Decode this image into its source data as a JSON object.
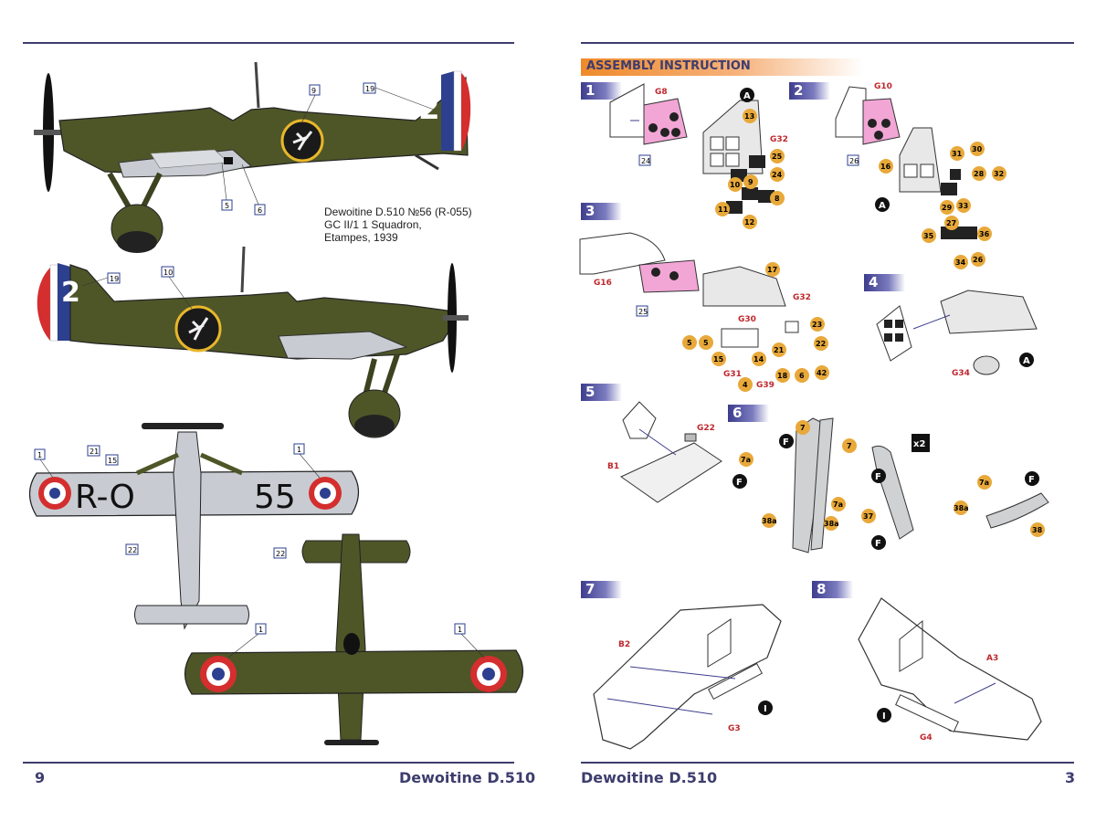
{
  "left_page": {
    "page_number": "9",
    "footer_title": "Dewoitine D.510",
    "caption": [
      "Dewoitine D.510 №56 (R-055)",
      "GC II/1 1 Squadron,",
      "Etampes, 1939"
    ],
    "decal_callouts": {
      "side1": [
        "9",
        "19",
        "5",
        "6"
      ],
      "side2": [
        "19",
        "10"
      ],
      "lower": [
        "1",
        "21",
        "15",
        "1",
        "22",
        "22"
      ],
      "upper": [
        "1",
        "1"
      ]
    },
    "markings": {
      "fin_number": "2",
      "wing_code": [
        "R-O",
        "55"
      ]
    }
  },
  "right_page": {
    "page_number": "3",
    "footer_title": "Dewoitine D.510",
    "section_title": "ASSEMBLY INSTRUCTION",
    "steps": [
      "1",
      "2",
      "3",
      "4",
      "5",
      "6",
      "7",
      "8"
    ],
    "step1": {
      "part_label": "G8",
      "decal": "24",
      "ref": "A",
      "parts": [
        "13",
        "G32",
        "25",
        "24",
        "10",
        "9",
        "8",
        "11",
        "12"
      ]
    },
    "step2": {
      "part_label": "G10",
      "decal": "26",
      "ref": "A",
      "parts": [
        "16",
        "31",
        "30",
        "28",
        "32",
        "29",
        "33",
        "27",
        "35",
        "36",
        "34",
        "26"
      ]
    },
    "step3": {
      "part_label": "G16",
      "decal": "25",
      "parts": [
        "17",
        "G32",
        "G30",
        "5",
        "5",
        "15",
        "14",
        "21",
        "23",
        "22",
        "G31",
        "4",
        "G39",
        "18",
        "6",
        "42"
      ]
    },
    "step4": {
      "part_label": "G34",
      "ref": "A"
    },
    "step5": {
      "part_labels": [
        "B1",
        "G22"
      ]
    },
    "step6": {
      "multiplier": "x2",
      "ref": "F",
      "parts": [
        "7",
        "7",
        "7a",
        "7a",
        "38a",
        "38a",
        "37",
        "38a",
        "7a",
        "38"
      ]
    },
    "step7": {
      "part_labels": [
        "B2",
        "G3"
      ],
      "ref": "I"
    },
    "step8": {
      "part_labels": [
        "A3",
        "G4"
      ],
      "ref": "I"
    }
  },
  "colors": {
    "rule": "#3d3d6e",
    "olive": "#4e5628",
    "callout_orange": "#e8a93a",
    "highlight_pink": "#f2a6d6",
    "part_red": "#c0282d",
    "french_blue": "#2d3f8f",
    "french_red": "#d42e2e"
  }
}
